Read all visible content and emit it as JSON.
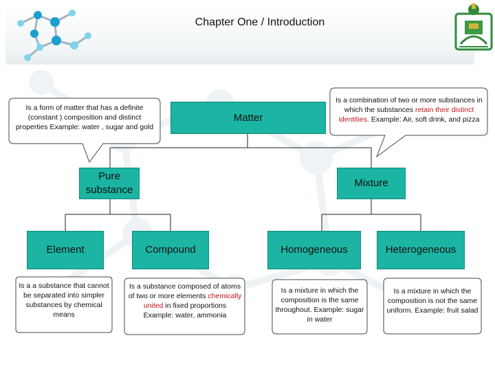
{
  "header": {
    "title": "Chapter One / Introduction"
  },
  "nodes": {
    "matter": "Matter",
    "pure_substance": "Pure substance",
    "mixture": "Mixture",
    "element": "Element",
    "compound": "Compound",
    "homogeneous": "Homogeneous",
    "heterogeneous": "Heterogeneous"
  },
  "definitions": {
    "pure_substance": "Is a form of  matter that has a definite (constant ) composition and distinct properties Example: water , sugar and gold",
    "mixture": {
      "before": "Is a combination of two or more substances in which the substances ",
      "highlight": "retain their distinct identities.",
      "after": " Example: Air, soft drink, and pizza"
    },
    "element": "Is a a substance that cannot be separated into simpler substances by chemical means",
    "compound": {
      "before": "Is a substance composed of atoms of two or more elements ",
      "highlight": "chemically united",
      "after": " in fixed proportions  Example: water, ammonia"
    },
    "homogeneous": "Is a mixture in which the composition is the same throughout. Example: sugar in water",
    "heterogeneous": "Is a mixture in which the composition is not the same uniform. Example: fruit salad"
  },
  "colors": {
    "box": "#1cb4a2",
    "highlight": "#c0141c",
    "logo_green": "#2f8a3a"
  },
  "icons": [
    "molecule-icon",
    "university-logo-icon"
  ]
}
